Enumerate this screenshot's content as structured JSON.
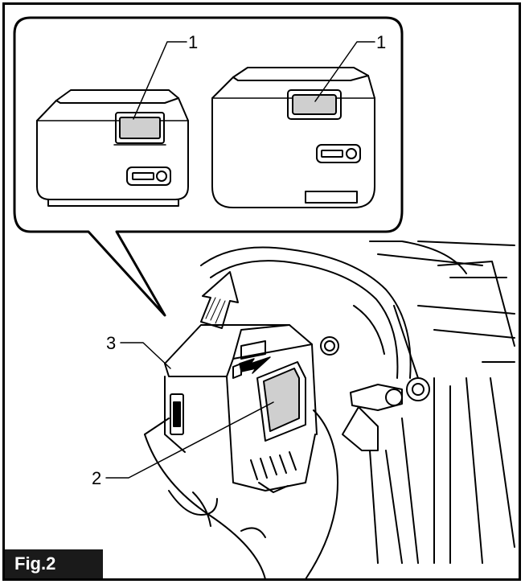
{
  "figure": {
    "label": "Fig.2",
    "callouts": {
      "top_left": "1",
      "top_right": "1",
      "left": "3",
      "bottom": "2"
    }
  },
  "colors": {
    "ink": "#000000",
    "paper": "#ffffff",
    "label_bg": "#1a1a1a"
  }
}
